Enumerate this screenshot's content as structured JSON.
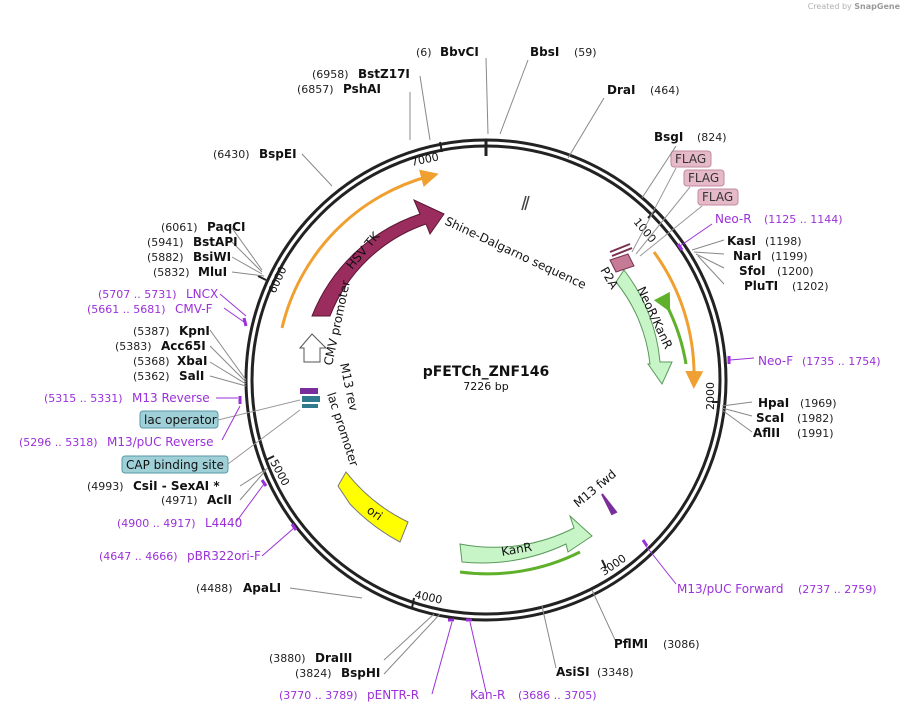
{
  "credit": {
    "prefix": "Created by",
    "brand": "SnapGene"
  },
  "plasmid": {
    "name": "pFETCh_ZNF146",
    "size": "7226 bp"
  },
  "ruler": [
    "1000",
    "2000",
    "3000",
    "4000",
    "5000",
    "6000",
    "7000"
  ],
  "enzymes": [
    {
      "pos": "(6)",
      "name": "BbvCI"
    },
    {
      "pos": "(59)",
      "name": "BbsI"
    },
    {
      "pos": "(464)",
      "name": "DraI"
    },
    {
      "pos": "(824)",
      "name": "BsgI"
    },
    {
      "pos": "(1198)",
      "name": "KasI"
    },
    {
      "pos": "(1199)",
      "name": "NarI"
    },
    {
      "pos": "(1200)",
      "name": "SfoI"
    },
    {
      "pos": "(1202)",
      "name": "PluTI"
    },
    {
      "pos": "(1969)",
      "name": "HpaI"
    },
    {
      "pos": "(1982)",
      "name": "ScaI"
    },
    {
      "pos": "(1991)",
      "name": "AflII"
    },
    {
      "pos": "(3086)",
      "name": "PflMI"
    },
    {
      "pos": "(3348)",
      "name": "AsiSI"
    },
    {
      "pos": "(3824)",
      "name": "BspHI"
    },
    {
      "pos": "(3880)",
      "name": "DraIII"
    },
    {
      "pos": "(4488)",
      "name": "ApaLI"
    },
    {
      "pos": "(4971)",
      "name": "AclI"
    },
    {
      "pos": "(4993)",
      "name": "CsiI - SexAI *"
    },
    {
      "pos": "(5362)",
      "name": "SalI"
    },
    {
      "pos": "(5368)",
      "name": "XbaI"
    },
    {
      "pos": "(5383)",
      "name": "Acc65I"
    },
    {
      "pos": "(5387)",
      "name": "KpnI"
    },
    {
      "pos": "(5832)",
      "name": "MluI"
    },
    {
      "pos": "(5882)",
      "name": "BsiWI"
    },
    {
      "pos": "(5941)",
      "name": "BstAPI"
    },
    {
      "pos": "(6061)",
      "name": "PaqCI"
    },
    {
      "pos": "(6430)",
      "name": "BspEI"
    },
    {
      "pos": "(6857)",
      "name": "PshAI"
    },
    {
      "pos": "(6958)",
      "name": "BstZ17I"
    }
  ],
  "primers": [
    {
      "name": "Neo-R",
      "range": "(1125 .. 1144)"
    },
    {
      "name": "Neo-F",
      "range": "(1735 .. 1754)"
    },
    {
      "name": "M13/pUC Forward",
      "range": "(2737 .. 2759)"
    },
    {
      "name": "Kan-R",
      "range": "(3686 .. 3705)"
    },
    {
      "name": "pENTR-R",
      "range": "(3770 .. 3789)"
    },
    {
      "name": "pBR322ori-F",
      "range": "(4647 .. 4666)"
    },
    {
      "name": "L4440",
      "range": "(4900 .. 4917)"
    },
    {
      "name": "M13/pUC Reverse",
      "range": "(5296 .. 5318)"
    },
    {
      "name": "M13 Reverse",
      "range": "(5315 .. 5331)"
    },
    {
      "name": "CMV-F",
      "range": "(5661 .. 5681)"
    },
    {
      "name": "LNCX",
      "range": "(5707 .. 5731)"
    }
  ],
  "features": {
    "flag": [
      "FLAG",
      "FLAG",
      "FLAG"
    ],
    "shine": "Shine-Dalgarno sequence",
    "p2a": "P2A",
    "neor": "NeoR/KanR",
    "m13fwd": "M13 fwd",
    "kanr": "KanR",
    "ori": "ori",
    "lac_promoter": "lac promoter",
    "m13rev": "M13 rev",
    "cmv": "CMV promoter",
    "hsvtk": "HSV TK",
    "lac_operator": "lac operator",
    "cap_site": "CAP binding site"
  },
  "colors": {
    "backbone": "#222222",
    "primer": "#9b30d9",
    "hsvtk": "#9b2c5e",
    "neor_fill": "#c8f5c8",
    "ori_fill": "#ffff00",
    "orf_orange": "#f0a030",
    "orf_green": "#8ad246",
    "flag_fill": "#e6b9c8",
    "box_blue": "#9fd0d8"
  }
}
